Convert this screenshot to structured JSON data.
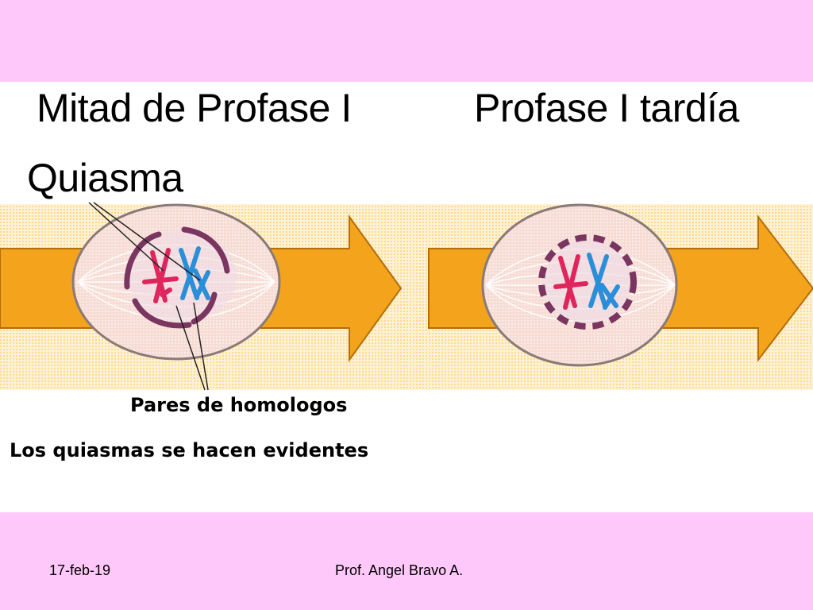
{
  "figure": {
    "title_left": "Mitad de Profase I",
    "title_right": "Profase I tardía",
    "label_quiasma": "Quiasma",
    "label_pares": "Pares de homologos",
    "caption": "Los quiasmas se hacen evidentes"
  },
  "footer": {
    "date": "17-feb-19",
    "author": "Prof.  Angel Bravo A."
  },
  "colors": {
    "slide_background": "#ffc8fa",
    "arrow": "#f3a41c",
    "band": "#ffe5b0",
    "cell": "#f7dcd6",
    "nuclear_envelope": "#7a3560",
    "chromosome_red": "#e0245c",
    "chromosome_blue": "#2a8fd8"
  }
}
